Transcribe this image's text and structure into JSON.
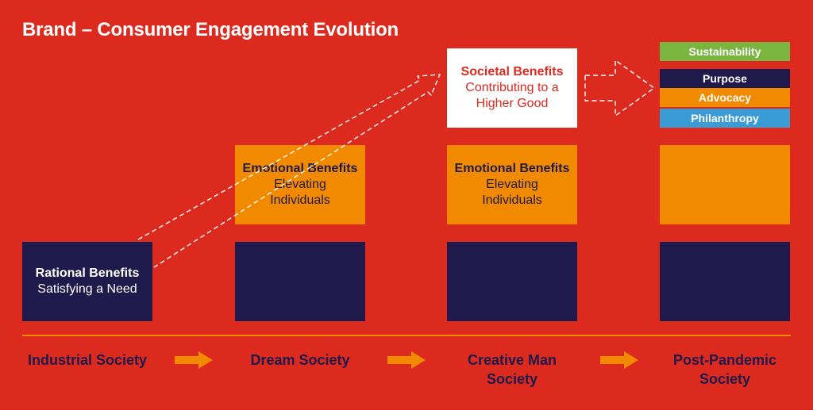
{
  "title": "Brand – Consumer Engagement Evolution",
  "boxes": {
    "rational": {
      "heading": "Rational Benefits",
      "sub": "Satisfying a Need"
    },
    "emotional_dream": {
      "heading": "Emotional Benefits",
      "sub_line1": "Elevating",
      "sub_line2": "Individuals"
    },
    "emotional_creative": {
      "heading": "Emotional Benefits",
      "sub_line1": "Elevating",
      "sub_line2": "Individuals"
    },
    "societal": {
      "heading": "Societal Benefits",
      "sub_line1": "Contributing to a",
      "sub_line2": "Higher Good"
    }
  },
  "pillars": [
    {
      "label": "Sustainability",
      "color": "#7ab540"
    },
    {
      "label": "Purpose",
      "color": "#1f1a4b"
    },
    {
      "label": "Advocacy",
      "color": "#f28a00"
    },
    {
      "label": "Philanthropy",
      "color": "#3a9bd5"
    }
  ],
  "stages": [
    {
      "line1": "Industrial Society",
      "line2": ""
    },
    {
      "line1": "Dream Society",
      "line2": ""
    },
    {
      "line1": "Creative Man",
      "line2": "Society"
    },
    {
      "line1": "Post-Pandemic",
      "line2": "Society"
    }
  ],
  "colors": {
    "background": "#dc2a1e",
    "navy": "#1f1a4b",
    "orange": "#f28a00",
    "white": "#ffffff"
  },
  "icons": {
    "stage_arrow": "right-arrow-icon",
    "dashed_arrow": "dashed-outline-arrow-icon"
  }
}
